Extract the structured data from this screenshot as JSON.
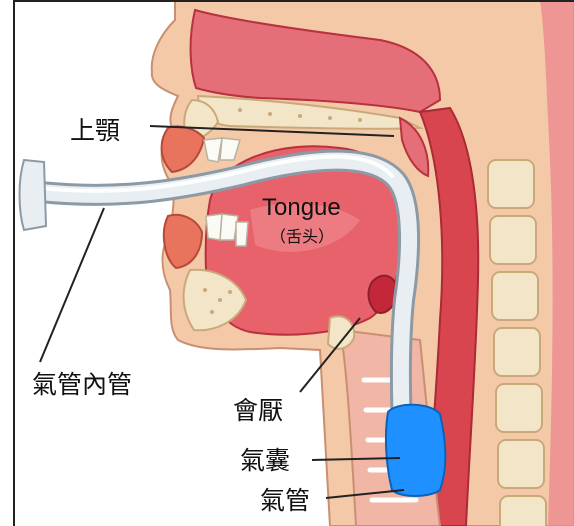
{
  "labels": {
    "upper_jaw": "上顎",
    "tongue": "Tongue",
    "tongue_sub": "（舌头）",
    "tube": "氣管內管",
    "epiglottis": "會厭",
    "cuff": "氣囊",
    "trachea": "氣管"
  },
  "colors": {
    "skin": "#f4c9a8",
    "skin_shadow": "#e9a98c",
    "flesh": "#e0555e",
    "flesh_dark": "#b8323e",
    "flesh_light": "#f08f95",
    "bone": "#f3e6c8",
    "bone_dot": "#c9a97a",
    "tube": "#e9eef2",
    "tube_edge": "#8c9aa6",
    "cuff": "#1e90ff",
    "line": "#222222"
  }
}
